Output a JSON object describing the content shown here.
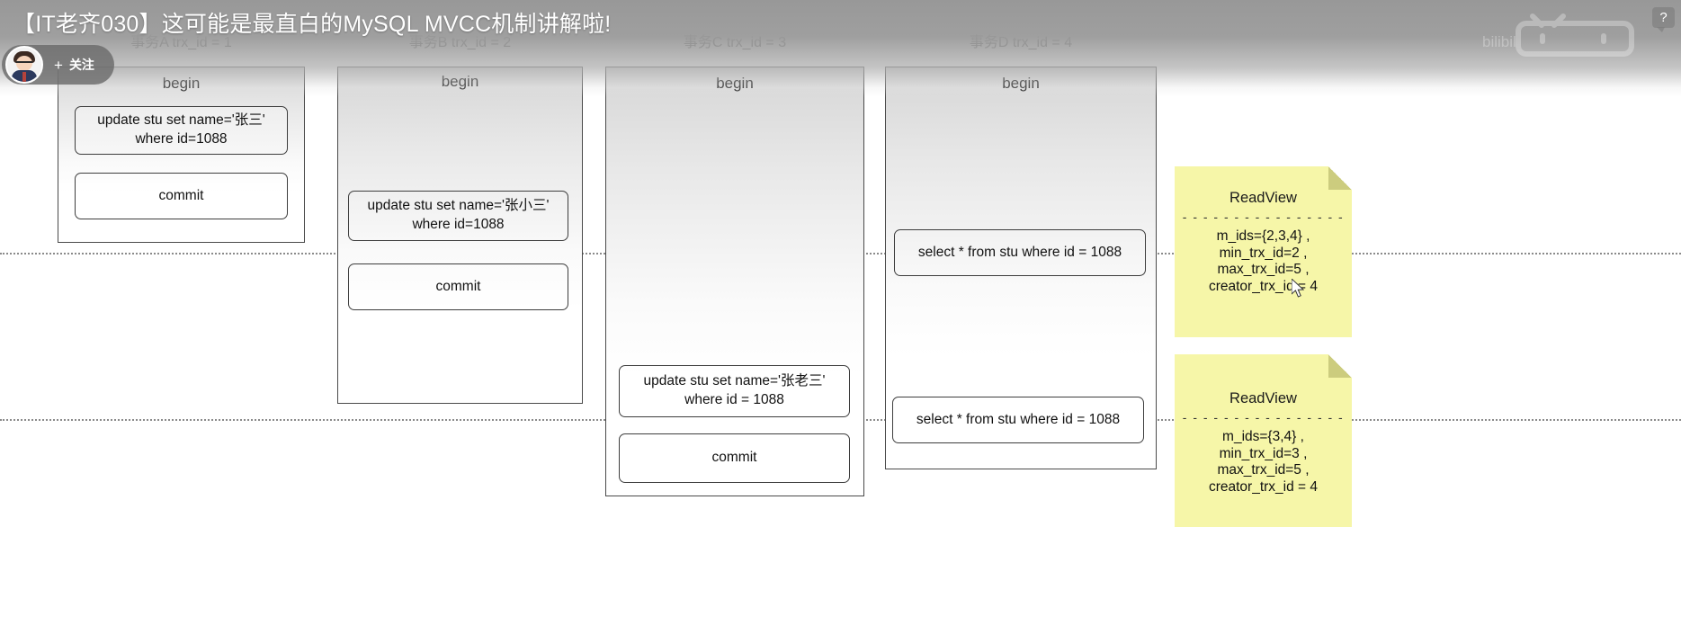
{
  "player": {
    "video_title": "【IT老齐030】这可能是最直白的MySQL MVCC机制讲解啦!",
    "follow_plus": "+",
    "follow_label": "关注",
    "help_badge": "?",
    "watermark_text": "bilibili"
  },
  "diagram": {
    "columns": [
      {
        "header": "事务A trx_id = 1",
        "begin": "begin",
        "statements": [
          "update stu set name='张三'\nwhere id=1088",
          "commit"
        ]
      },
      {
        "header": "事务B trx_id = 2",
        "begin": "begin",
        "statements": [
          "update stu set name='张小三'\nwhere id=1088",
          "commit"
        ]
      },
      {
        "header": "事务C trx_id = 3",
        "begin": "begin",
        "statements": [
          "update stu set name='张老三'\nwhere id = 1088",
          "commit"
        ]
      },
      {
        "header": "事务D trx_id = 4",
        "begin": "begin",
        "statements": [
          "select * from stu where id = 1088",
          "select * from stu where id = 1088"
        ]
      }
    ],
    "notes": [
      {
        "title": "ReadView",
        "separator": "- - - - - - - - - - - - - - - -",
        "lines": [
          "m_ids={2,3,4}  ,",
          "min_trx_id=2   ,",
          "max_trx_id=5   ,",
          "creator_trx_id = 4"
        ]
      },
      {
        "title": "ReadView",
        "separator": "- - - - - - - - - - - - - - - -",
        "lines": [
          "m_ids={3,4}  ,",
          "min_trx_id=3   ,",
          "max_trx_id=5   ,",
          "creator_trx_id = 4"
        ]
      }
    ]
  },
  "colors": {
    "sticky": "#f6f6a8",
    "box_border": "#3d3d3d",
    "overlay": "#969696"
  }
}
